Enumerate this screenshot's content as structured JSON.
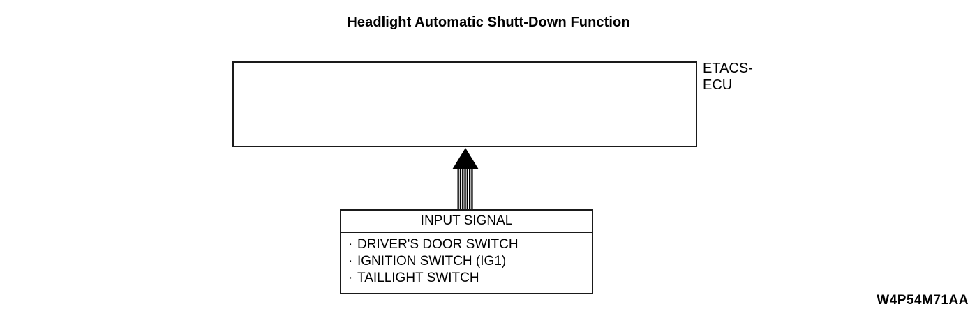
{
  "diagram": {
    "title": "Headlight Automatic Shutt-Down Function",
    "drawing_code": "W4P54M71AA",
    "ecu": {
      "label": "ETACS-\nECU"
    },
    "arrow": {
      "icon_name": "multi-line-up-arrow",
      "direction": "up",
      "stripe_count": 8,
      "color": "#000000"
    },
    "input_block": {
      "header": "INPUT SIGNAL",
      "bullet": "·",
      "items": [
        "DRIVER'S DOOR SWITCH",
        "IGNITION SWITCH (IG1)",
        "TAILLIGHT SWITCH"
      ]
    },
    "colors": {
      "background": "#ffffff",
      "line": "#1a1a1a",
      "text": "#000000"
    }
  }
}
